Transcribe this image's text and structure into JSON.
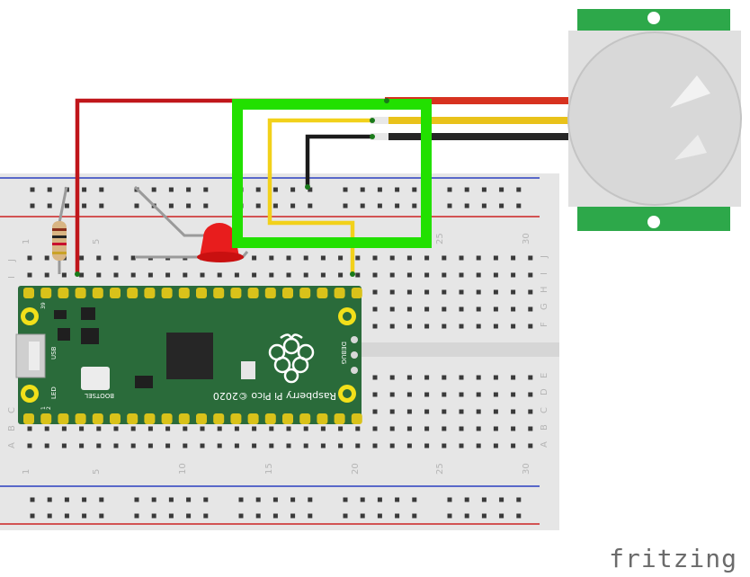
{
  "brand": "fritzing",
  "pico": {
    "name": "Raspberry Pi Pico ©2020",
    "bootsel": "BOOTSEL",
    "usb": "USB",
    "led": "LED",
    "debug": "DEBUG",
    "pin_top": "39",
    "pin_bottom": "1",
    "pin_2": "2"
  },
  "breadboard": {
    "column_labels": [
      "1",
      "5",
      "10",
      "15",
      "20",
      "25",
      "30"
    ],
    "row_labels_top": [
      "J",
      "I",
      "H",
      "G",
      "F"
    ],
    "row_labels_bottom": [
      "E",
      "D",
      "C",
      "B",
      "A"
    ]
  },
  "colors": {
    "red_wire": "#c0161b",
    "yellow_wire": "#f2d11a",
    "black_wire": "#1a1a1a",
    "highlight": "#22e000",
    "board_green": "#2a6b3a",
    "sensor_green": "#2da84a"
  }
}
